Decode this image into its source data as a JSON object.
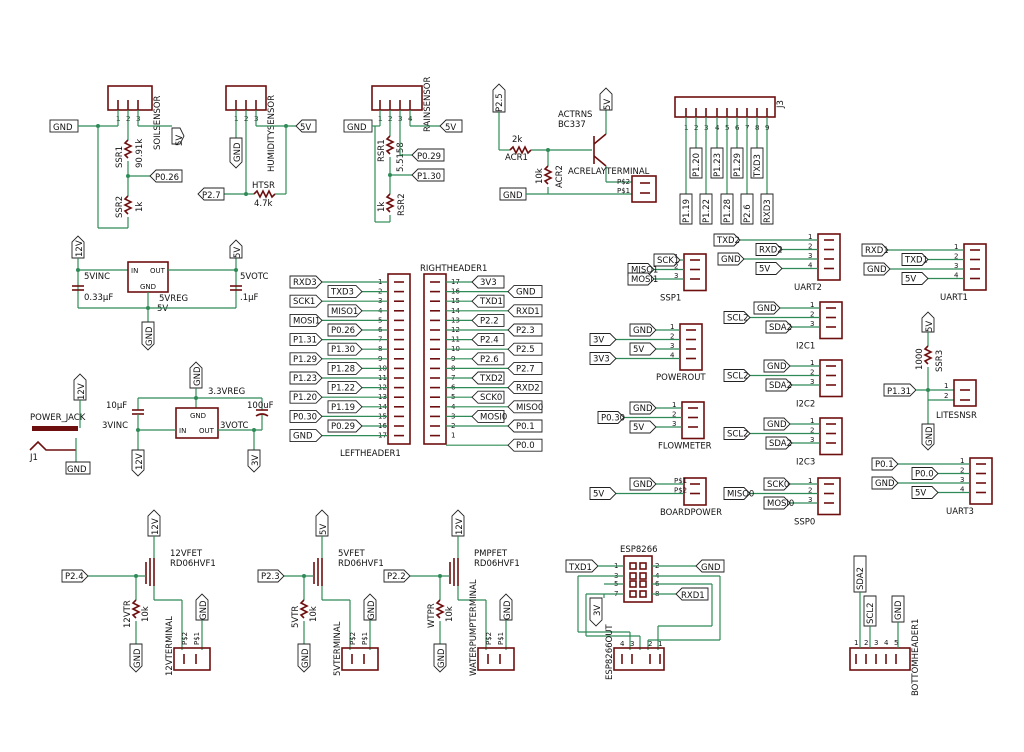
{
  "soil": {
    "name": "SOILSENSOR",
    "gnd": "GND",
    "v": "5V",
    "p1": "1",
    "p2": "2",
    "p3": "3",
    "ssr1": "SSR1",
    "ssr1v": "90.91k",
    "ssr2": "SSR2",
    "ssr2v": "1k",
    "out": "P0.26"
  },
  "hum": {
    "name": "HUMIDITYSENSOR",
    "gnd": "GND",
    "v": "5V",
    "p1": "1",
    "p2": "2",
    "p3": "3",
    "r": "HTSR",
    "rv": "4.7k",
    "out": "P2.7"
  },
  "rain": {
    "name": "RAINSENSOR",
    "gnd": "GND",
    "v": "5V",
    "p1": "1",
    "p2": "2",
    "p3": "3",
    "p4": "4",
    "rsr1": "RSR1",
    "rsr1v": "5.5158",
    "rsr2": "RSR2",
    "rsr2v": "1k",
    "a": "P0.29",
    "b": "P1.30"
  },
  "relay": {
    "in": "P2.5",
    "r1": "ACR1",
    "r1v": "2k",
    "r2": "ACR2",
    "r2v": "10k",
    "q": "ACTRNS",
    "qv": "BC337",
    "v": "5V",
    "gnd": "GND",
    "term": "ACRELAYTERMINAL",
    "s1": "P$2",
    "s2": "P$1"
  },
  "j3": {
    "name": "J3",
    "pins": [
      "1",
      "2",
      "3",
      "4",
      "5",
      "6",
      "7",
      "8",
      "9"
    ],
    "nets": [
      "P1.19",
      "P1.20",
      "P1.22",
      "P1.23",
      "P1.28",
      "P1.29",
      "P2.6",
      "TXD3",
      "RXD3"
    ]
  },
  "reg5": {
    "in": "12V",
    "lbl_in": "5VINC",
    "c_in": "0.33µF",
    "lbl_out": "5VOTC",
    "c_out": ".1µF",
    "v": "5V",
    "name": "5VREG",
    "vout": "5V",
    "gnd": "GND",
    "pin_in": "IN",
    "pin_out": "OUT",
    "pin_gnd": "GND"
  },
  "reg33": {
    "gnd": "GND",
    "name": "3.3VREG",
    "c1": "10µF",
    "c2": "100uF",
    "lbl_in": "3VINC",
    "lbl_out": "3VOTC",
    "pin_in": "IN",
    "pin_out": "OUT",
    "pin_gnd": "GND",
    "v_in": "12V",
    "v_out": "3V"
  },
  "jack": {
    "name": "POWER_JACK",
    "ref": "J1",
    "v": "12V",
    "gnd": "GND"
  },
  "left": {
    "name": "LEFTHEADER1",
    "left_nets": [
      "RXD3",
      "SCK1",
      "MOSI1",
      "P1.31",
      "P1.29",
      "P1.23",
      "P1.20",
      "P0.30",
      "GND"
    ],
    "right_nets": [
      "TXD3",
      "MISO1",
      "P0.26",
      "P1.30",
      "P1.28",
      "P1.22",
      "P1.19",
      "P0.29"
    ],
    "pins": [
      "1",
      "2",
      "3",
      "4",
      "5",
      "6",
      "7",
      "8",
      "9",
      "10",
      "11",
      "12",
      "13",
      "14",
      "15",
      "16",
      "17"
    ]
  },
  "right": {
    "name": "RIGHTHEADER1",
    "left_nets": [
      "3V3",
      "TXD1",
      "P2.2",
      "P2.4",
      "P2.6",
      "TXD2",
      "SCK0",
      "MOSI0"
    ],
    "right_nets": [
      "GND",
      "RXD1",
      "P2.3",
      "P2.5",
      "P2.7",
      "RXD2",
      "MISO0",
      "P0.1",
      "P0.0"
    ],
    "pins": [
      "17",
      "16",
      "15",
      "14",
      "13",
      "12",
      "11",
      "10",
      "9",
      "8",
      "7",
      "6",
      "5",
      "4",
      "3",
      "2",
      "1"
    ]
  },
  "ssp1": {
    "name": "SSP1",
    "nets": [
      "SCK1",
      "MISO1",
      "MOSI1"
    ],
    "pins": [
      "1",
      "2",
      "3"
    ]
  },
  "uart2": {
    "name": "UART2",
    "nets": [
      "TXD2",
      "RXD2",
      "GND",
      "5V"
    ],
    "pins": [
      "1",
      "2",
      "3",
      "4"
    ]
  },
  "uart1": {
    "name": "UART1",
    "nets": [
      "RXD1",
      "TXD1",
      "GND",
      "5V"
    ],
    "pins": [
      "1",
      "2",
      "3",
      "4"
    ]
  },
  "powerout": {
    "name": "POWEROUT",
    "nets": [
      "GND",
      "3V",
      "5V",
      "3V3"
    ],
    "pins": [
      "1",
      "2",
      "3",
      "4"
    ]
  },
  "i2c1": {
    "name": "I2C1",
    "nets": [
      "GND",
      "SCL2",
      "SDA2"
    ],
    "pins": [
      "1",
      "2",
      "3"
    ]
  },
  "i2c2": {
    "name": "I2C2",
    "nets": [
      "GND",
      "SCL2",
      "SDA2"
    ],
    "pins": [
      "1",
      "2",
      "3"
    ]
  },
  "i2c3": {
    "name": "I2C3",
    "nets": [
      "GND",
      "SCL2",
      "SDA2"
    ],
    "pins": [
      "1",
      "2",
      "3"
    ]
  },
  "flow": {
    "name": "FLOWMETER",
    "nets": [
      "GND",
      "P0.30",
      "5V"
    ],
    "pins": [
      "1",
      "2",
      "3"
    ]
  },
  "lite": {
    "name": "LITESNSR",
    "r": "SSR3",
    "rv": "1000",
    "v": "5V",
    "out": "P1.31",
    "gnd": "GND",
    "pins": [
      "1",
      "2"
    ]
  },
  "uart3": {
    "name": "UART3",
    "nets": [
      "P0.1",
      "P0.0",
      "GND",
      "5V"
    ],
    "pins": [
      "1",
      "2",
      "3",
      "4"
    ]
  },
  "bpower": {
    "name": "BOARDPOWER",
    "nets": [
      "GND",
      "5V"
    ],
    "pins": [
      "P$1",
      "P$2"
    ]
  },
  "ssp0": {
    "name": "SSP0",
    "nets": [
      "SCK0",
      "MISO0",
      "MOSI0"
    ],
    "pins": [
      "1",
      "2",
      "3"
    ]
  },
  "fet12": {
    "v": "12V",
    "name": "12VFET",
    "part": "RD06HVF1",
    "in": "P2.4",
    "r": "12VTR",
    "rv": "10k",
    "gnd": "GND",
    "gnd2": "GND",
    "term": "12VTERMINAL",
    "s1": "P$2",
    "s2": "P$1"
  },
  "fet5": {
    "v": "5V",
    "name": "5VFET",
    "part": "RD06HVF1",
    "in": "P2.3",
    "r": "5VTR",
    "rv": "10k",
    "gnd": "GND",
    "gnd2": "GND",
    "term": "5VTERMINAL",
    "s1": "P$2",
    "s2": "P$1"
  },
  "fetp": {
    "v": "12V",
    "name": "PMPFET",
    "part": "RD06HVF1",
    "in": "P2.2",
    "r": "WTPR",
    "rv": "10k",
    "gnd": "GND",
    "gnd2": "GND",
    "term": "WATERPUMPTERMINAL",
    "s1": "P$2",
    "s2": "P$1"
  },
  "esp": {
    "name": "ESP8266",
    "out": "ESP8266OUT",
    "txd": "TXD1",
    "rxd": "RXD1",
    "gnd": "GND",
    "v": "3V",
    "pl": [
      "1",
      "3",
      "5",
      "7"
    ],
    "pr": [
      "2",
      "4",
      "6",
      "8"
    ],
    "po": [
      "4",
      "3",
      "2",
      "1"
    ]
  },
  "bottom": {
    "name": "BOTTOMHEADER1",
    "nets": [
      "SDA2",
      "SCL2",
      "GND"
    ],
    "pins": [
      "1",
      "2",
      "3",
      "4",
      "5"
    ]
  }
}
